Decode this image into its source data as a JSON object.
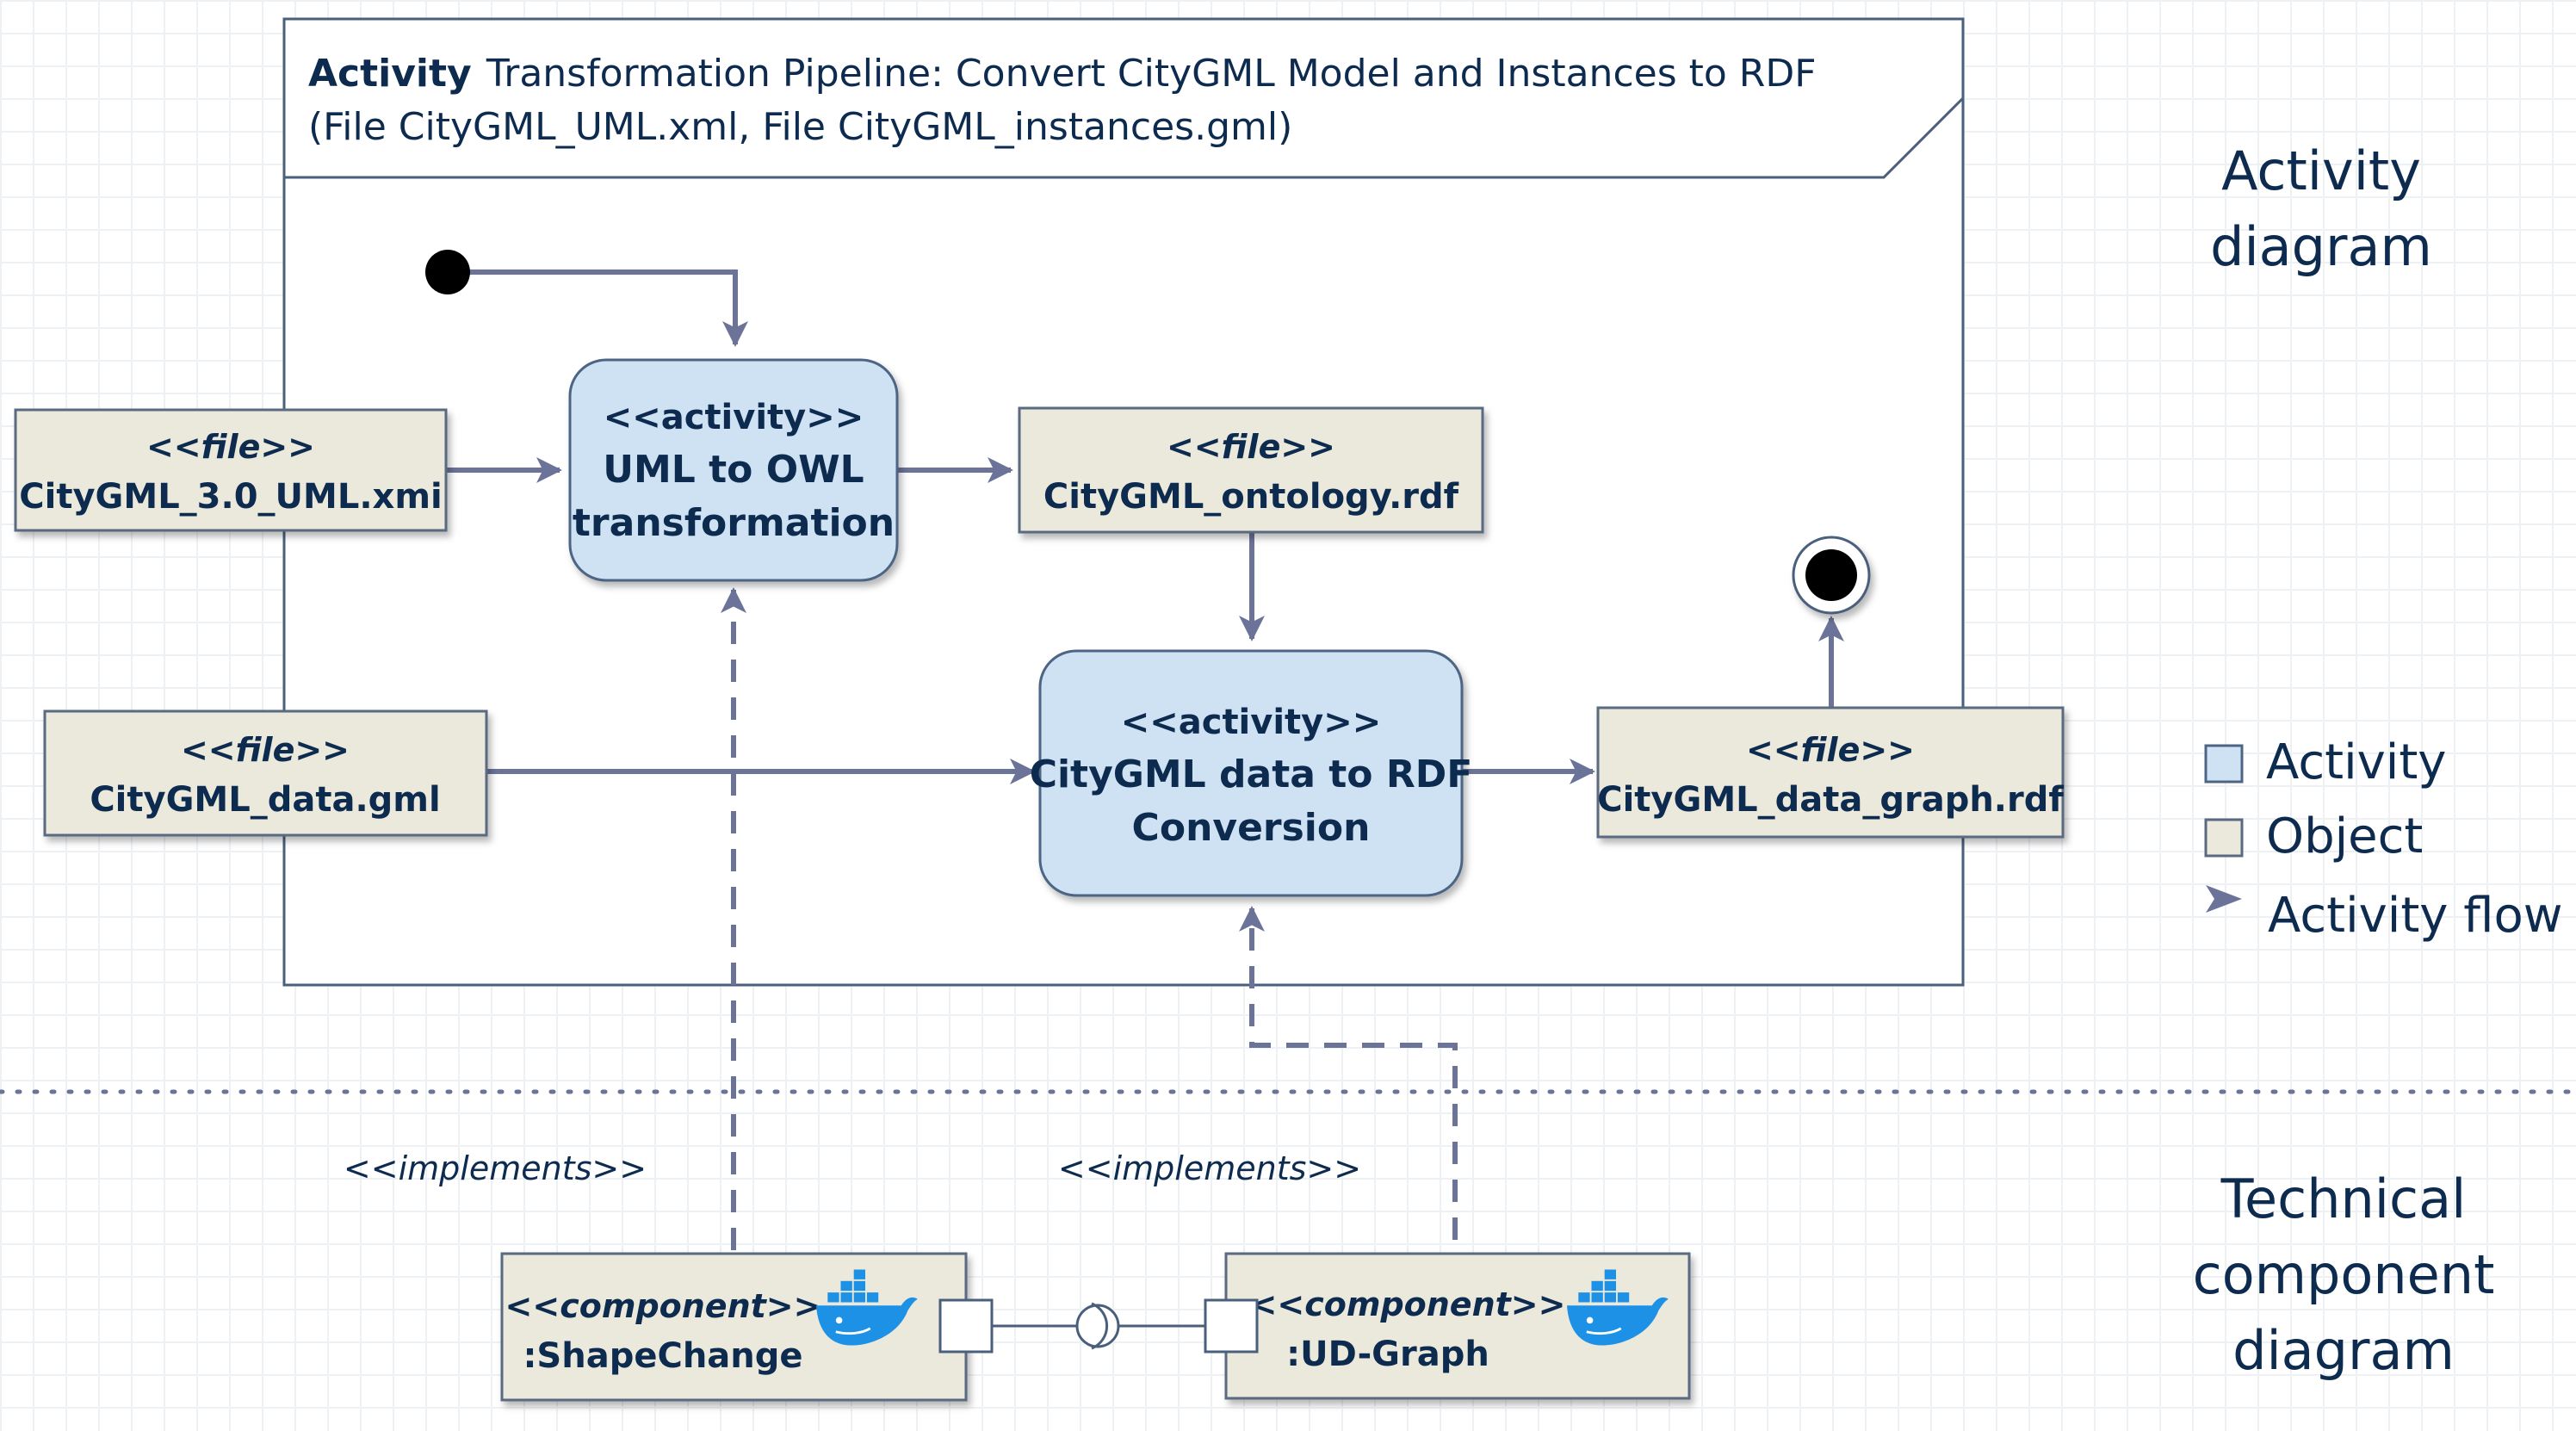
{
  "frame": {
    "title_bold": "Activity",
    "title_rest": "Transformation Pipeline: Convert CityGML Model and Instances to RDF",
    "title_line2": "(File CityGML_UML.xml, File CityGML_instances.gml)"
  },
  "nodes": {
    "uml_file": {
      "stereotype": "<<file>>",
      "name": "CityGML_3.0_UML.xmi"
    },
    "data_file": {
      "stereotype": "<<file>>",
      "name": "CityGML_data.gml"
    },
    "ontology_file": {
      "stereotype": "<<file>>",
      "name": "CityGML_ontology.rdf"
    },
    "graph_file": {
      "stereotype": "<<file>>",
      "name": "CityGML_data_graph.rdf"
    },
    "uml_to_owl": {
      "stereotype": "<<activity>>",
      "line1": "UML to OWL",
      "line2": "transformation"
    },
    "citygml_to_rdf": {
      "stereotype": "<<activity>>",
      "line1": "CityGML data to RDF",
      "line2": "Conversion"
    }
  },
  "components": {
    "shapechange": {
      "stereotype": "<<component>>",
      "name": ":ShapeChange",
      "icon": "docker-whale-icon"
    },
    "udgraph": {
      "stereotype": "<<component>>",
      "name": ":UD-Graph",
      "icon": "docker-whale-icon"
    }
  },
  "implements_labels": [
    "<<implements>>",
    "<<implements>>"
  ],
  "side_labels": {
    "activity_diagram": [
      "Activity",
      "diagram"
    ],
    "technical_component": [
      "Technical",
      "component",
      "diagram"
    ]
  },
  "legend": {
    "activity": "Activity",
    "object": "Object",
    "flow": "Activity flow"
  },
  "colors": {
    "activity_fill": "#cfe2f3",
    "object_fill": "#ebe8dc",
    "flow": "#6c7398",
    "text": "#0d2a4f",
    "docker_blue": "#1d91e6"
  }
}
